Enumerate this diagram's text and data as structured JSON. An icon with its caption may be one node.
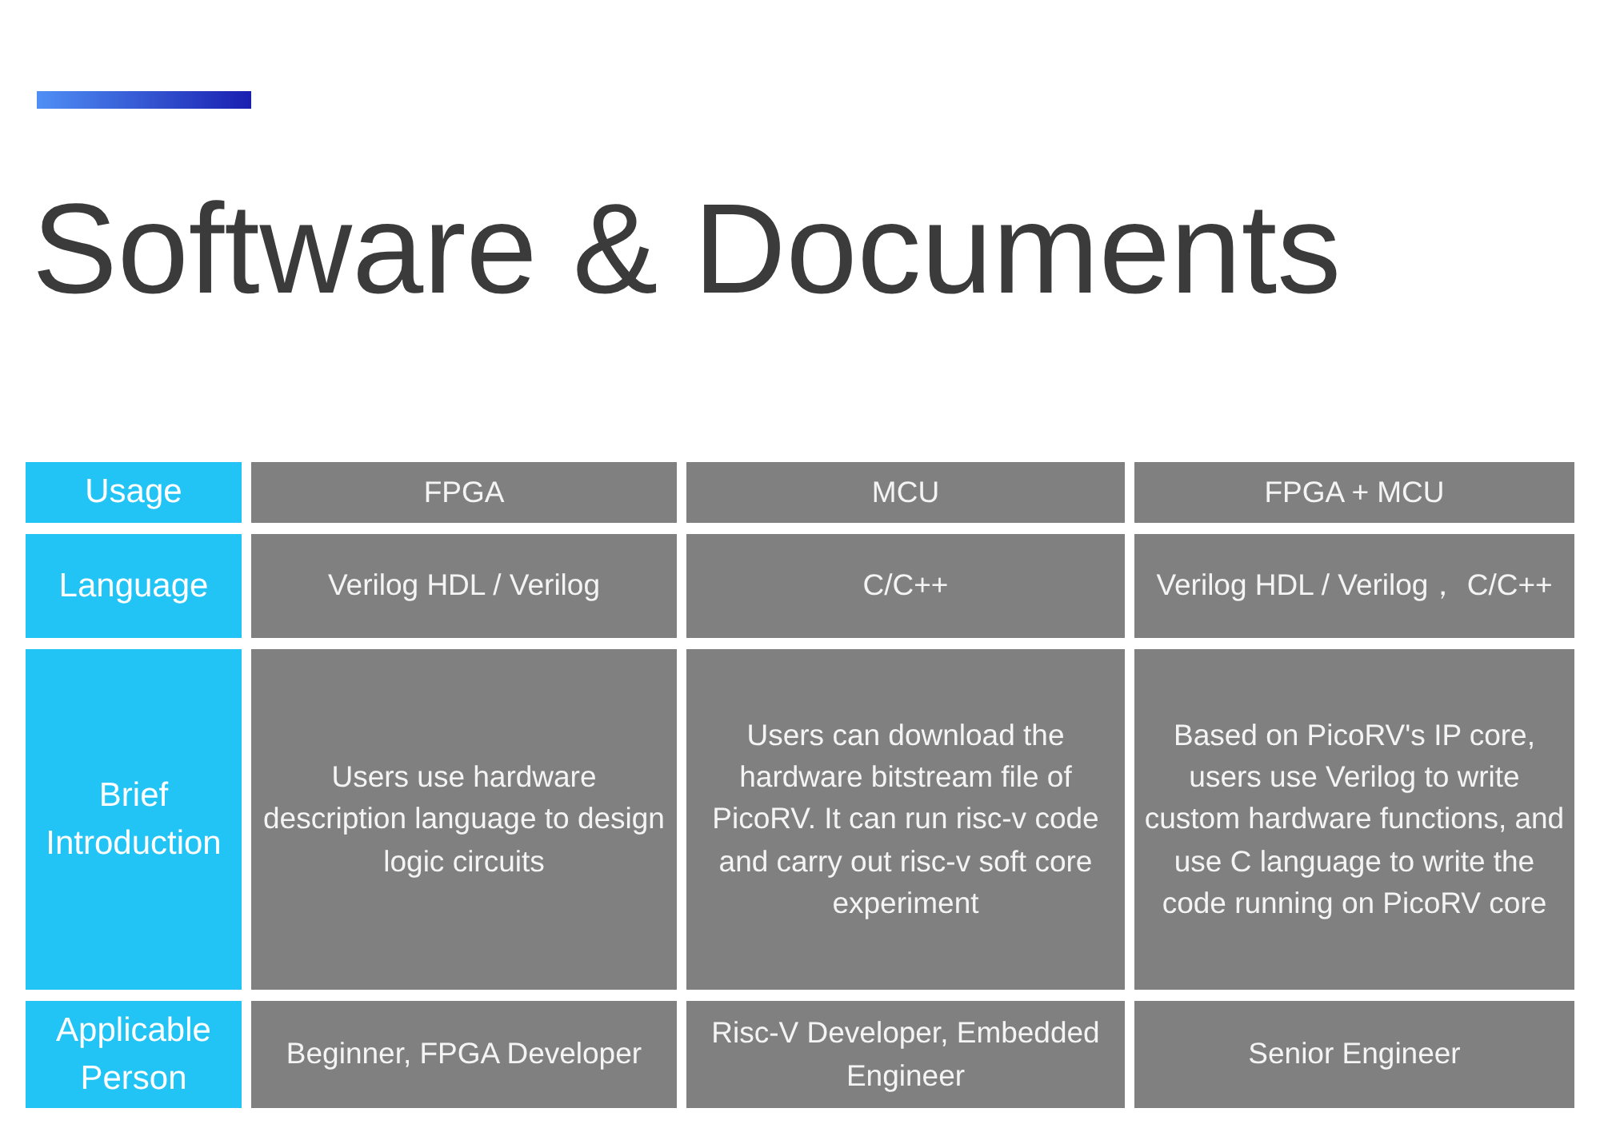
{
  "diagram": {
    "title": "Software & Documents",
    "labels": [
      "Usage",
      "FPGA",
      "MCU",
      "FPGA + MCU",
      "Language",
      "Verilog HDL / Verilog",
      "C/C++",
      "Verilog HDL / Verilog， C/C++",
      "Brief Introduction",
      "Users use hardware description language to design logic circuits",
      "Users can download the hardware bitstream file of PicoRV. It can run risc-v code and carry out risc-v soft core experiment",
      "Based on PicoRV's IP core, users use Verilog to write custom hardware functions, and use C language to write the code running on PicoRV core",
      "Applicable Person",
      "Beginner, FPGA Developer",
      "Risc-V Developer, Embedded Engineer",
      "Senior Engineer"
    ]
  }
}
